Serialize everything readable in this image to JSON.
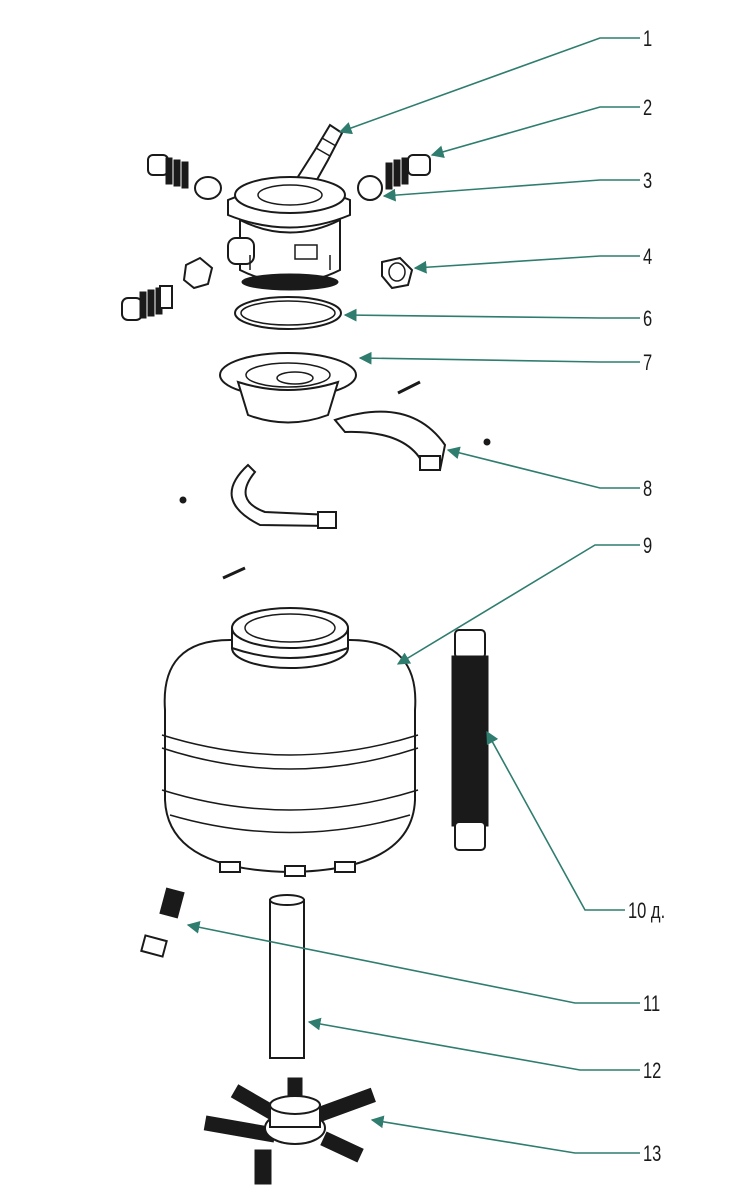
{
  "callouts": [
    {
      "id": "c1",
      "label": "1"
    },
    {
      "id": "c2",
      "label": "2"
    },
    {
      "id": "c3",
      "label": "3"
    },
    {
      "id": "c4",
      "label": "4"
    },
    {
      "id": "c6",
      "label": "6"
    },
    {
      "id": "c7",
      "label": "7"
    },
    {
      "id": "c8",
      "label": "8"
    },
    {
      "id": "c9",
      "label": "9"
    },
    {
      "id": "c10",
      "label": "10 д."
    },
    {
      "id": "c11",
      "label": "11"
    },
    {
      "id": "c12",
      "label": "12"
    },
    {
      "id": "c13",
      "label": "13"
    }
  ],
  "colors": {
    "leader": "#2e7d6e",
    "ink": "#1a1a1a",
    "background": "#ffffff"
  }
}
